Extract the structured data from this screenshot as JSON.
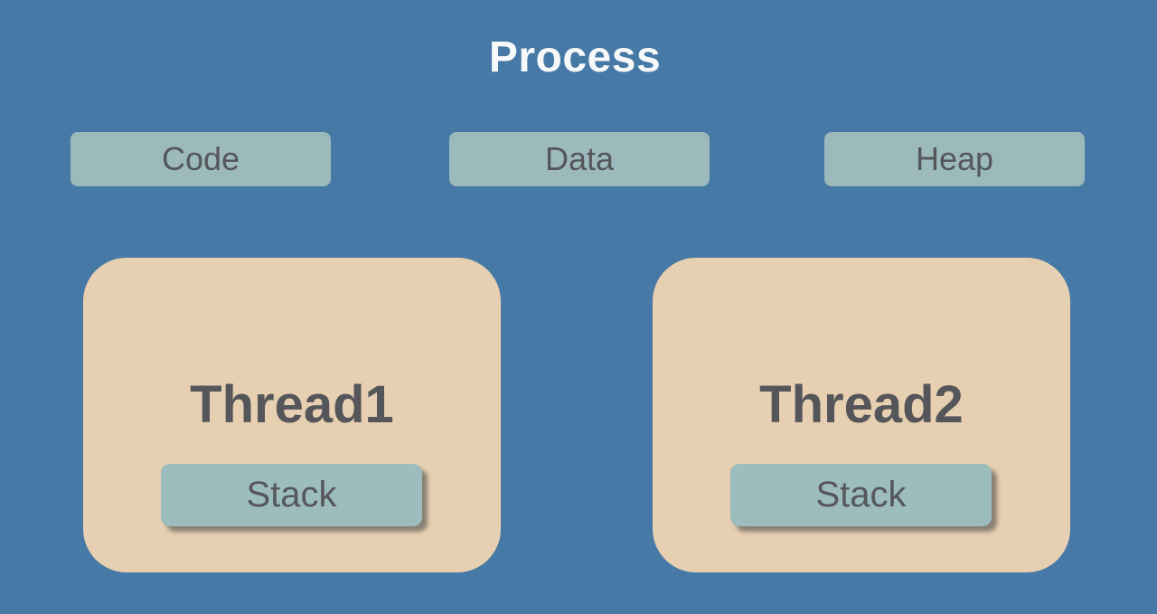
{
  "diagram": {
    "title": "Process",
    "memory_segments": [
      {
        "label": "Code"
      },
      {
        "label": "Data"
      },
      {
        "label": "Heap"
      }
    ],
    "threads": [
      {
        "label": "Thread1",
        "stack_label": "Stack"
      },
      {
        "label": "Thread2",
        "stack_label": "Stack"
      }
    ],
    "colors": {
      "background": "#4679A6",
      "segment_fill": "#9CBABC",
      "thread_fill": "#E7CFB1",
      "text_dark": "#55575A",
      "title_text": "#F7F8F9"
    }
  }
}
